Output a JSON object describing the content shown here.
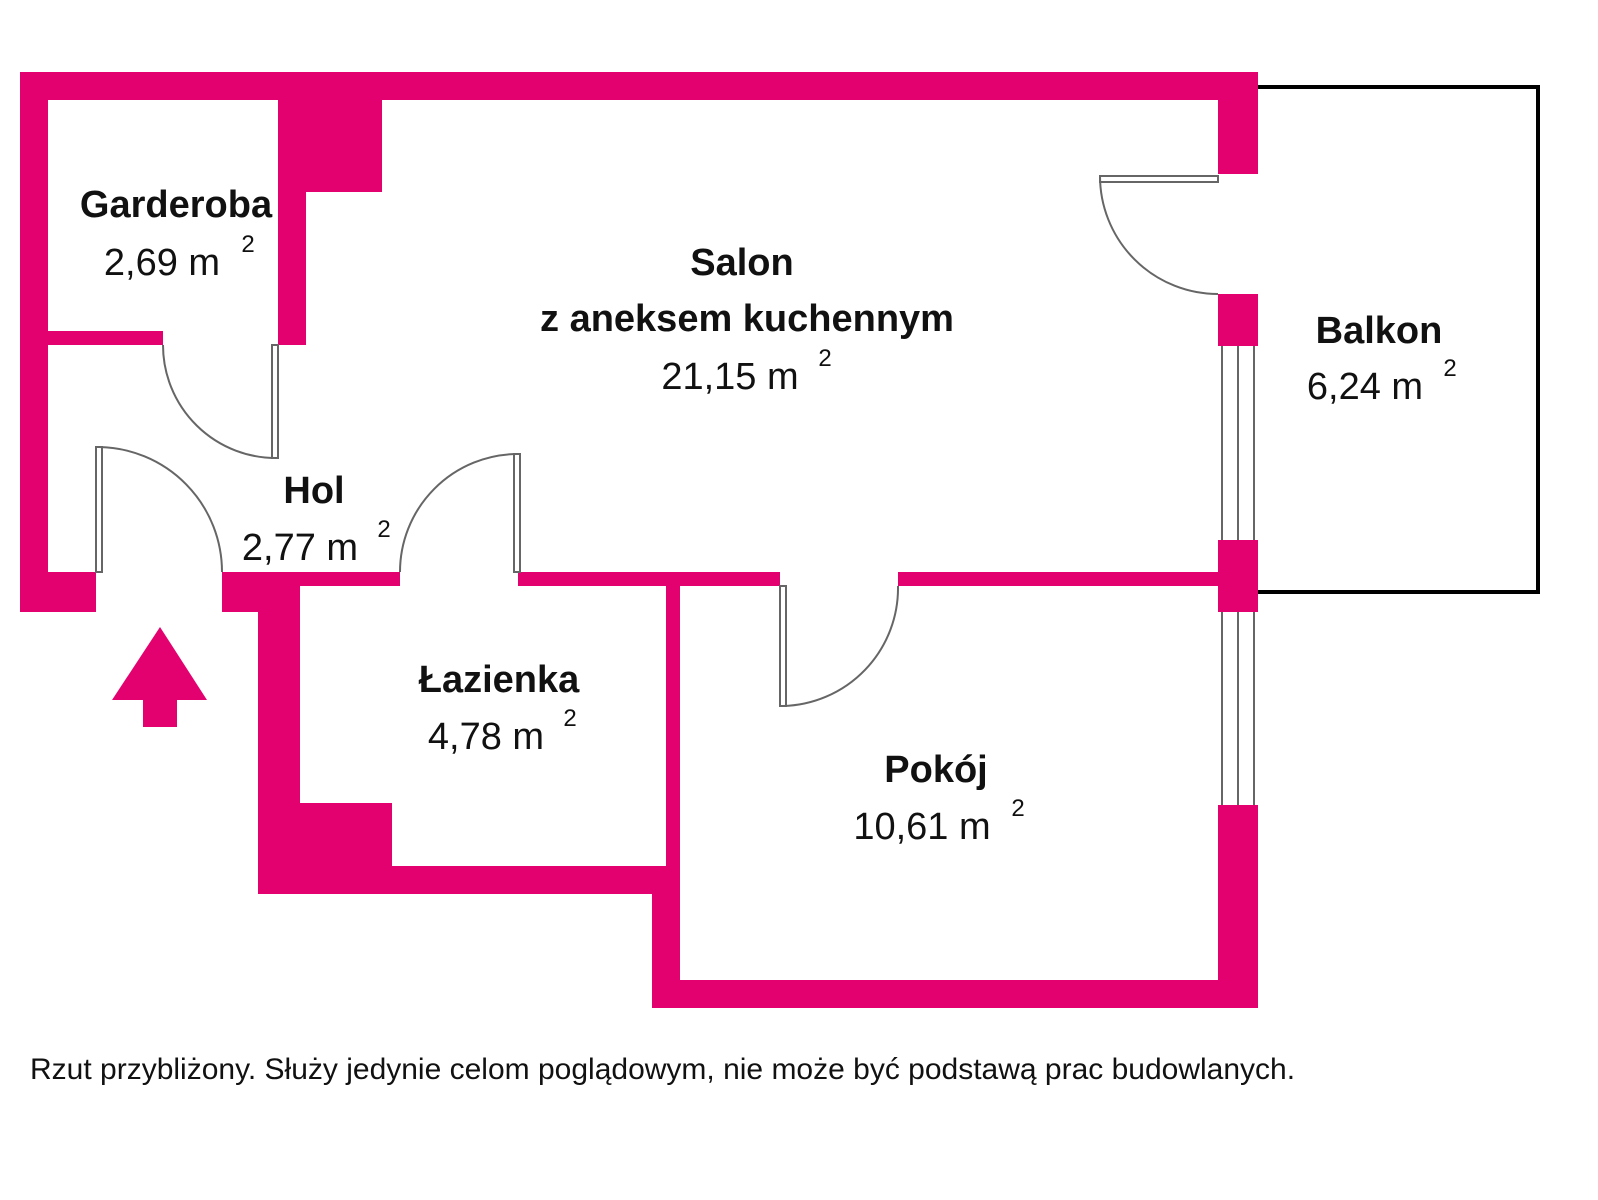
{
  "colors": {
    "wall": "#e3006f",
    "line": "#000000",
    "door_stroke": "#666666",
    "text": "#111111"
  },
  "rooms": {
    "garderoba": {
      "name": "Garderoba",
      "area": "2,69 m",
      "unit_exp": "2"
    },
    "salon": {
      "name_line1": "Salon",
      "name_line2": "z aneksem kuchennym",
      "area": "21,15 m",
      "unit_exp": "2"
    },
    "balkon": {
      "name": "Balkon",
      "area": "6,24 m",
      "unit_exp": "2"
    },
    "hol": {
      "name": "Hol",
      "area": "2,77 m",
      "unit_exp": "2"
    },
    "lazienka": {
      "name": "Łazienka",
      "area": "4,78 m",
      "unit_exp": "2"
    },
    "pokoj": {
      "name": "Pokój",
      "area": "10,61 m",
      "unit_exp": "2"
    }
  },
  "entrance_icon": "up-arrow-icon",
  "disclaimer": "Rzut przybliżony. Służy jedynie celom poglądowym, nie może być podstawą prac budowlanych."
}
